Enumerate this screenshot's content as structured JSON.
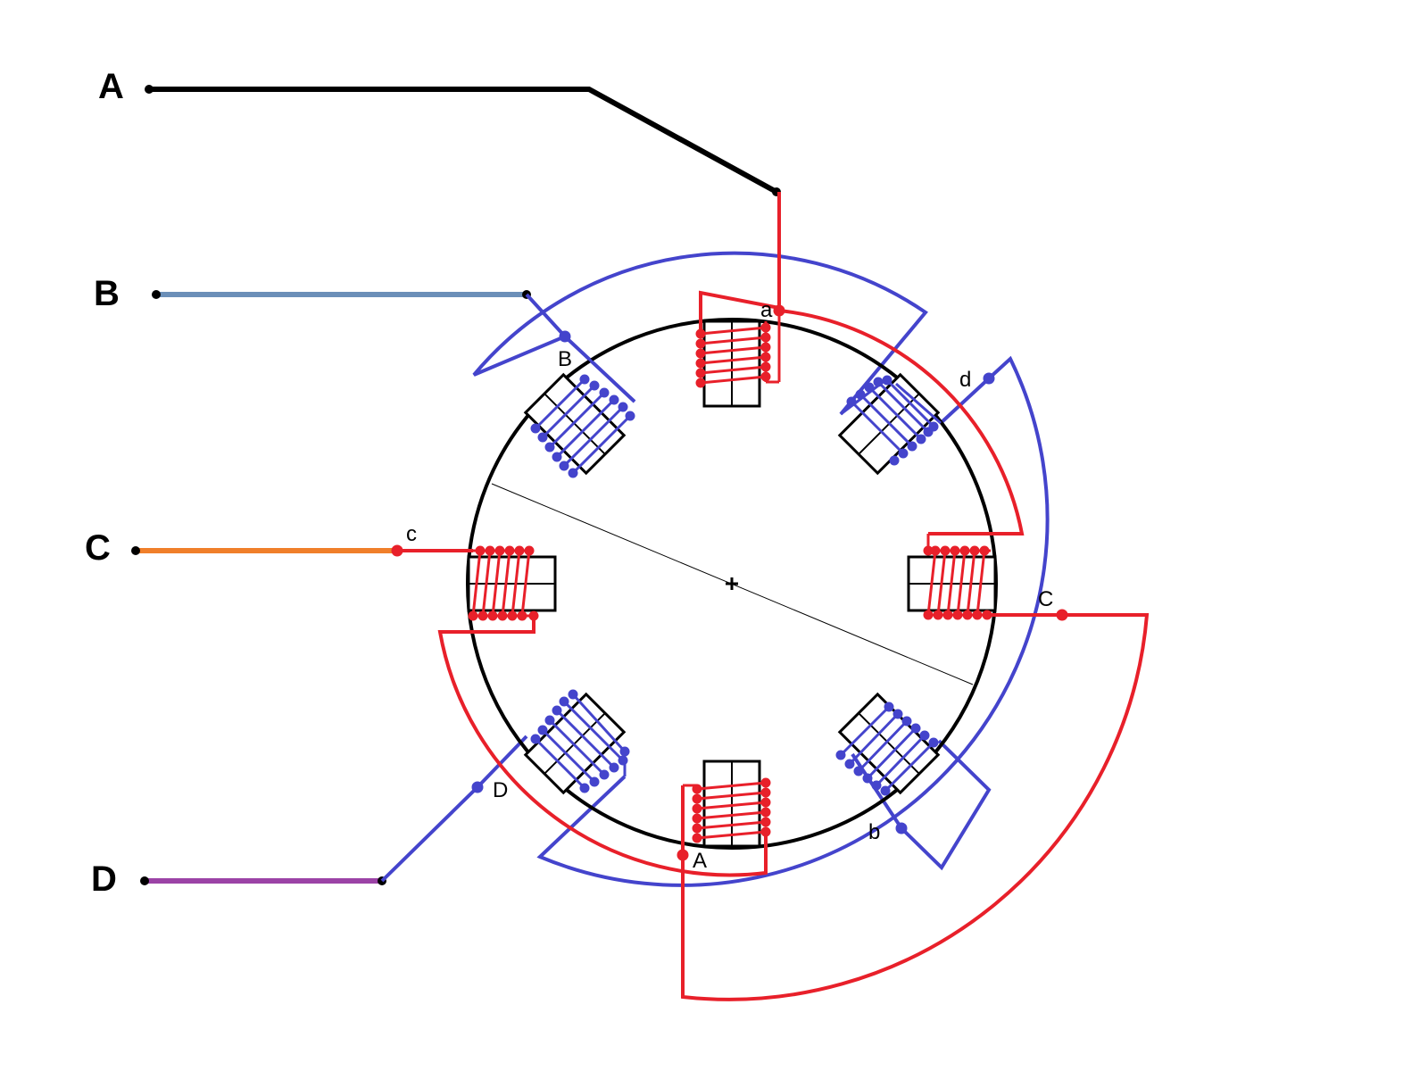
{
  "terminals": [
    {
      "id": "A",
      "label": "A",
      "wire_color": "#000000"
    },
    {
      "id": "B",
      "label": "B",
      "wire_color": "#6b8fb8"
    },
    {
      "id": "C",
      "label": "C",
      "wire_color": "#f07f2a"
    },
    {
      "id": "D",
      "label": "D",
      "wire_color": "#9b43a6"
    }
  ],
  "winding_labels": {
    "a_top": "a",
    "B_upper_left": "B",
    "d_upper_right": "d",
    "c_left": "c",
    "C_right": "C",
    "D_lower_left": "D",
    "A_bottom": "A",
    "b_lower_right": "b"
  },
  "colors": {
    "red_winding": "#e8202a",
    "blue_winding": "#4444cc",
    "stator": "#000000"
  }
}
